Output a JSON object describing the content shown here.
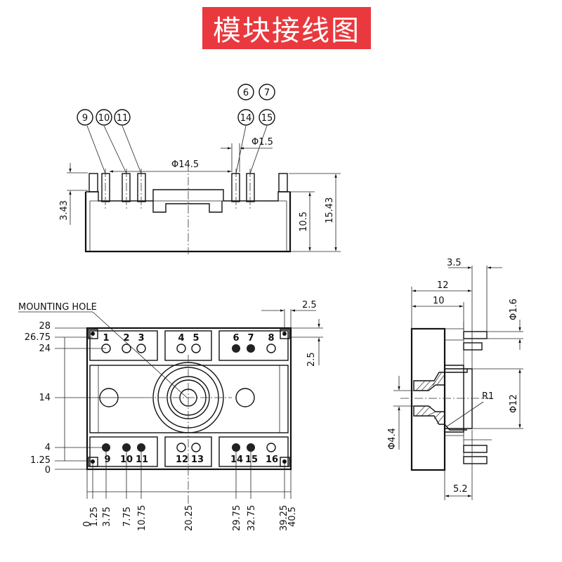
{
  "title": "模块接线图",
  "mounting_hole_label": "MOUNTING HOLE",
  "top_view": {
    "pin_groups": [
      "9",
      "10",
      "11",
      "14",
      "15",
      "6",
      "7"
    ],
    "dims": {
      "pin_dia": "Φ1.5",
      "center_dia": "Φ14.5",
      "d_343": "3.43",
      "d_105": "10.5",
      "d_1543": "15.43"
    }
  },
  "front_view": {
    "pin_labels_top": [
      "1",
      "2",
      "3",
      "4",
      "5",
      "6",
      "7",
      "8"
    ],
    "pin_labels_bottom": [
      "9",
      "10",
      "11",
      "12",
      "13",
      "14",
      "15",
      "16"
    ],
    "y_dims": [
      "28",
      "26.75",
      "24",
      "14",
      "4",
      "1.25",
      "0"
    ],
    "x_dims": [
      "0",
      "1.25",
      "3.75",
      "7.75",
      "10.75",
      "20.25",
      "29.75",
      "32.75",
      "39.25",
      "40.5"
    ],
    "right_dims": [
      "2.5",
      "2.5"
    ]
  },
  "side_view": {
    "dims": {
      "d_35": "3.5",
      "d_12": "12",
      "d_10": "10",
      "d_16": "Φ1.6",
      "d_r1": "R1",
      "d_phi12": "Φ12",
      "d_phi44": "Φ4.4",
      "d_52": "5.2"
    }
  }
}
